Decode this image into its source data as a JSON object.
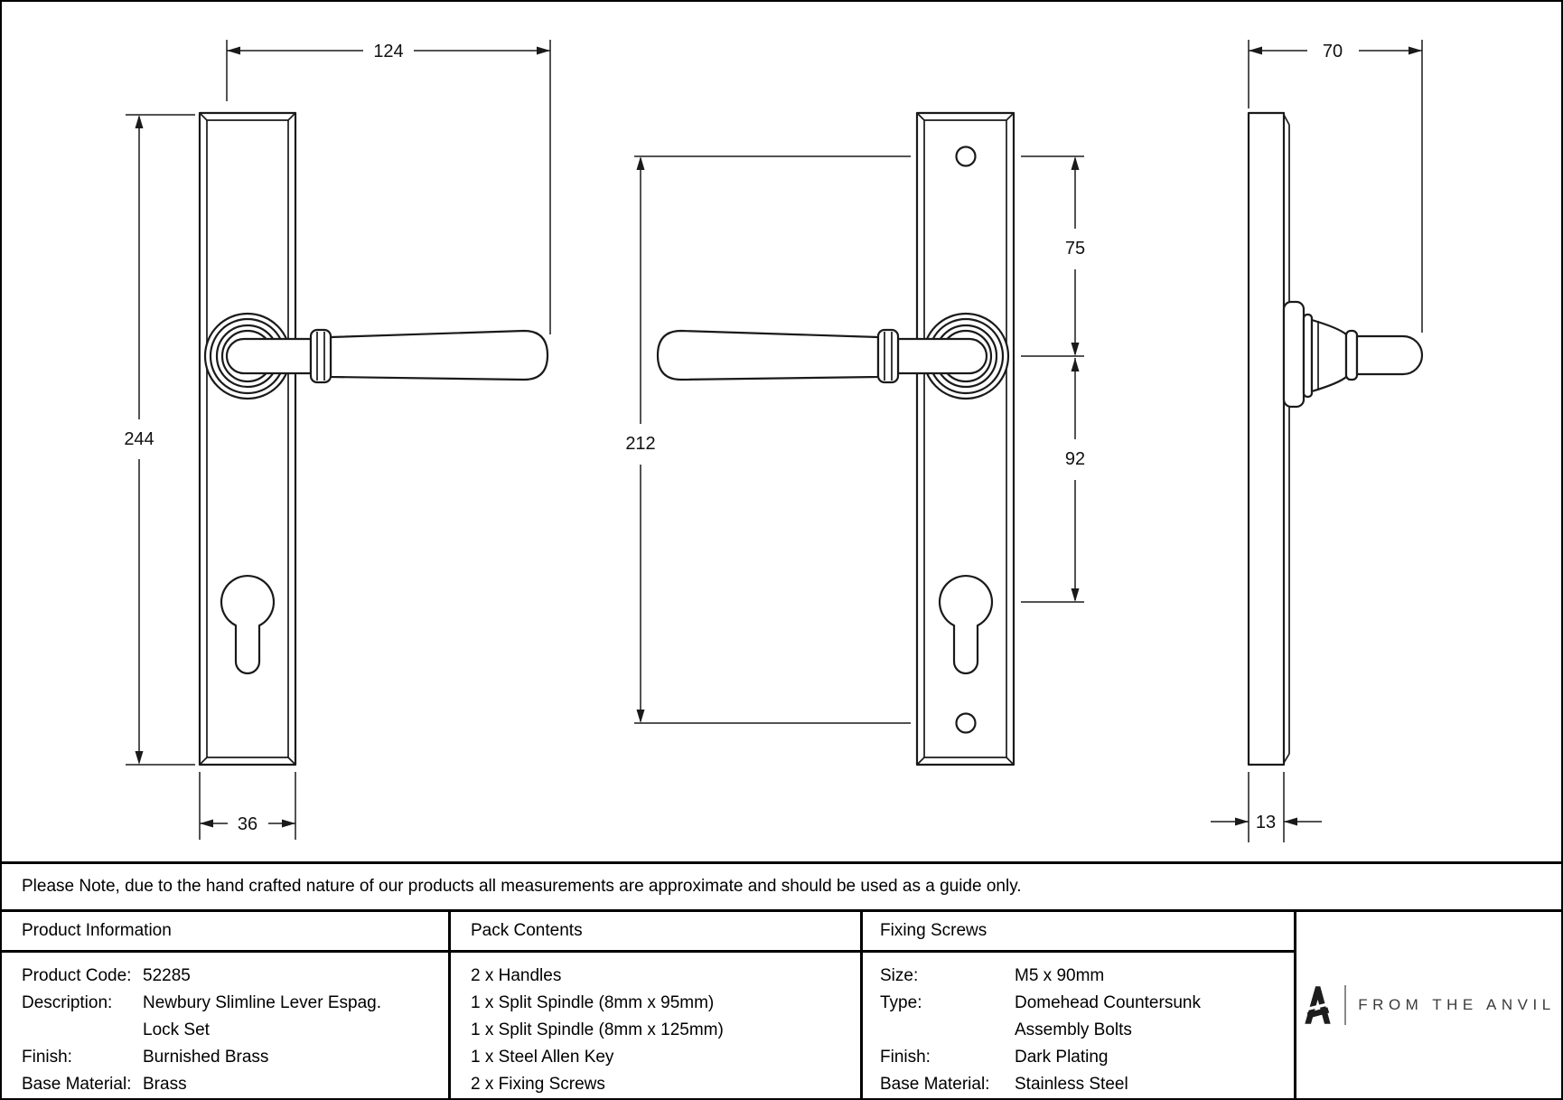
{
  "drawing": {
    "front_view": {
      "dim_overall_width": "124",
      "dim_height": "244",
      "dim_plate_width": "36"
    },
    "center_view": {
      "dim_screw_centres": "212",
      "dim_top_screw_to_handle": "75",
      "dim_handle_to_cylinder": "92"
    },
    "side_view": {
      "dim_projection": "70",
      "dim_plate_thickness": "13"
    }
  },
  "note": "Please Note, due to the hand crafted nature of our products all measurements are approximate and should be used as a guide only.",
  "table": {
    "product_information": {
      "title": "Product Information",
      "rows": [
        {
          "label": "Product Code:",
          "value": "52285"
        },
        {
          "label": "Description:",
          "value": "Newbury Slimline Lever Espag."
        },
        {
          "label": "",
          "value": "Lock Set"
        },
        {
          "label": "Finish:",
          "value": "Burnished Brass"
        },
        {
          "label": "Base Material:",
          "value": "Brass"
        }
      ]
    },
    "pack_contents": {
      "title": "Pack Contents",
      "items": [
        "2 x Handles",
        "1 x Split Spindle (8mm x 95mm)",
        "1 x Split Spindle (8mm x 125mm)",
        "1 x Steel Allen Key",
        "2 x Fixing Screws"
      ]
    },
    "fixing_screws": {
      "title": "Fixing Screws",
      "rows": [
        {
          "label": "Size:",
          "value": "M5 x 90mm"
        },
        {
          "label": "Type:",
          "value": "Domehead Countersunk"
        },
        {
          "label": "",
          "value": "Assembly Bolts"
        },
        {
          "label": "Finish:",
          "value": "Dark Plating"
        },
        {
          "label": "Base Material:",
          "value": "Stainless Steel"
        }
      ]
    },
    "brand": {
      "logo_text": "FROM THE ANVIL"
    }
  },
  "colors": {
    "line": "#1a1a1a",
    "logo_text": "#3a3a3a"
  }
}
